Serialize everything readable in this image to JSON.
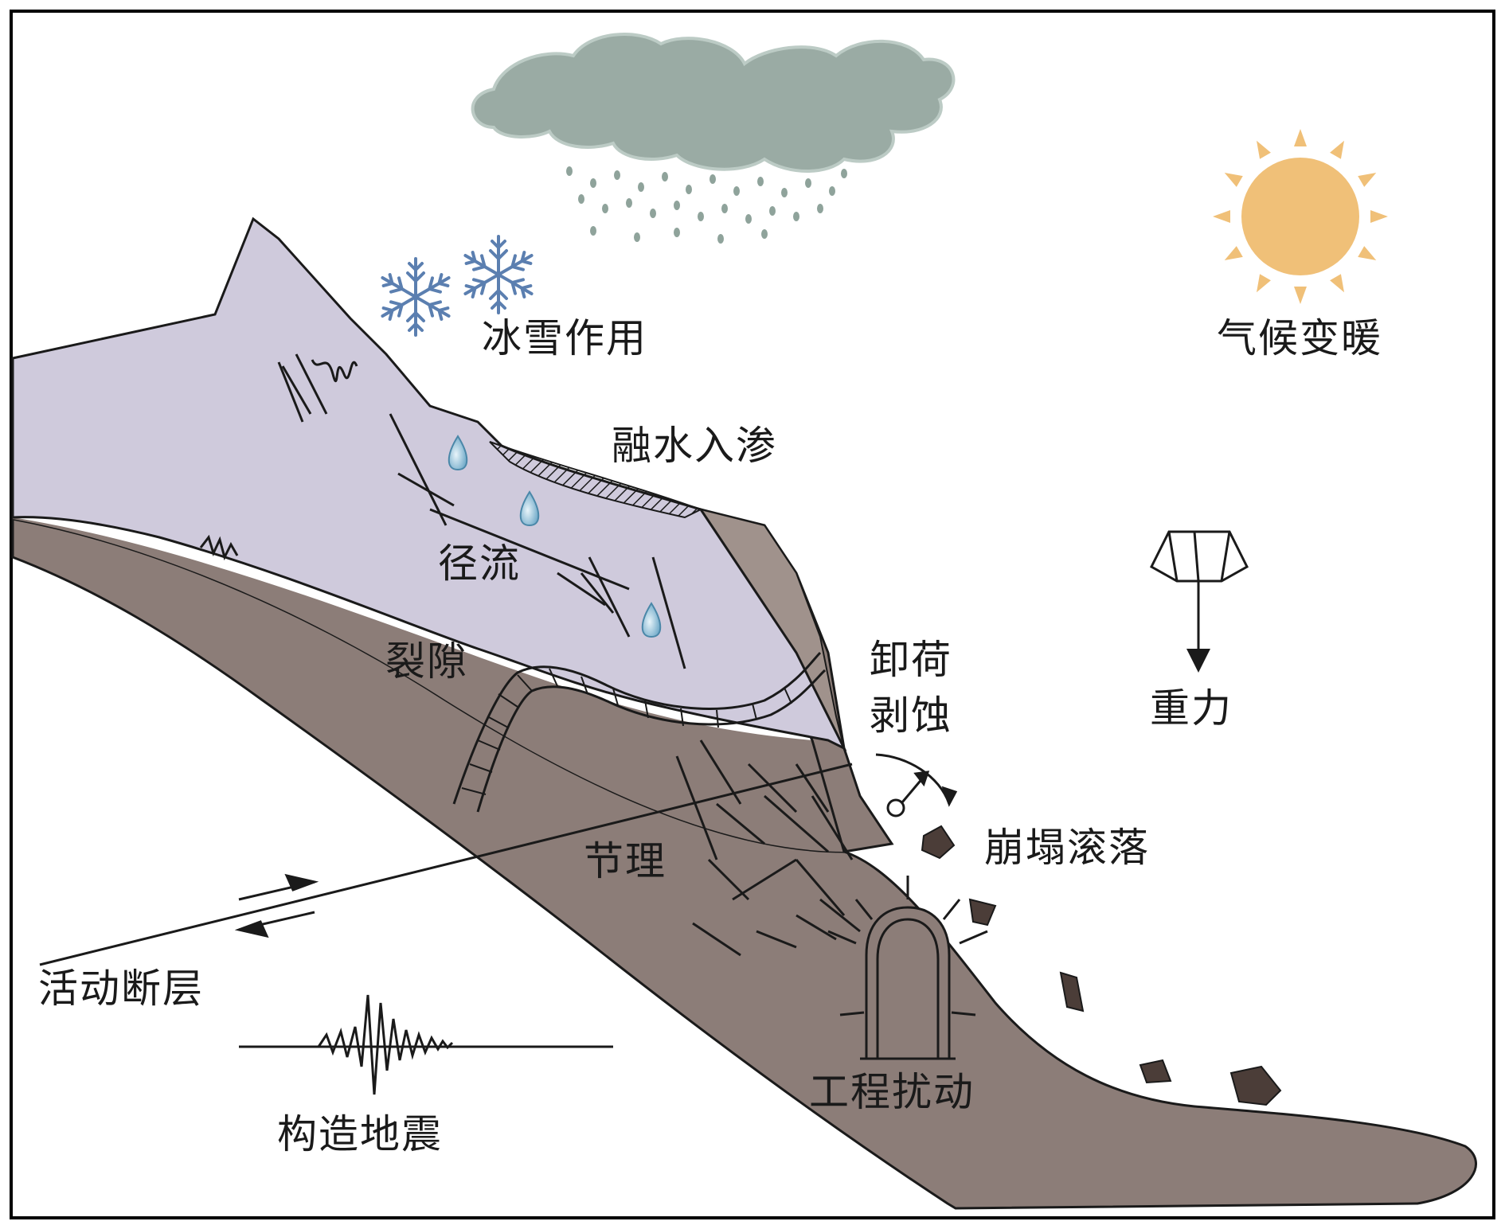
{
  "labels": {
    "ice_snow": "冰雪作用",
    "climate_warming": "气候变暖",
    "meltwater": "融水入渗",
    "runoff": "径流",
    "crack": "裂隙",
    "unloading_1": "卸荷",
    "unloading_2": "剥蚀",
    "gravity": "重力",
    "joint": "节理",
    "rockfall": "崩塌滚落",
    "active_fault": "活动断层",
    "engineering": "工程扰动",
    "earthquake": "构造地震"
  },
  "colors": {
    "glacier": "#cfcadc",
    "rock": "#8c7d78",
    "rock_dark": "#6e5f5a",
    "cloud": "#9aaba4",
    "rain": "#8fa39b",
    "sun": "#f0c078",
    "snowflake": "#5b7fb0",
    "water_drop": "#7ab2cf",
    "boulder": "#4b3d38",
    "line": "#1a1a1a"
  }
}
